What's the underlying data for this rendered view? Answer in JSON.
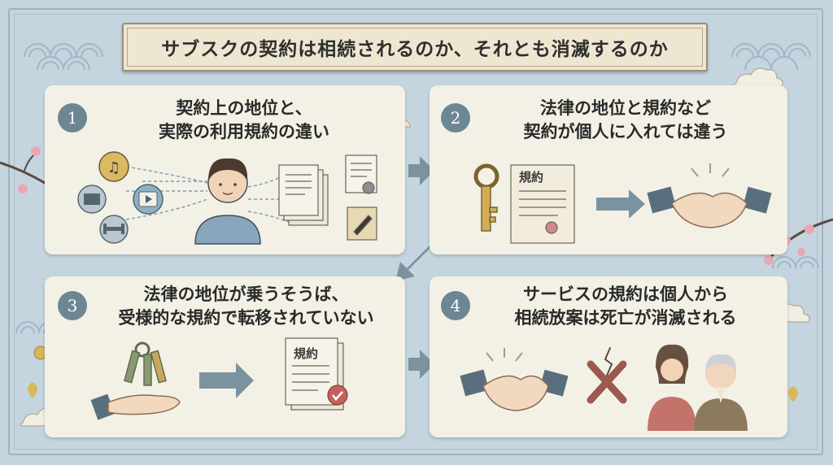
{
  "title": "サブスクの契約は相続されるのか、それとも消滅するのか",
  "panels": [
    {
      "number": "1",
      "lines": [
        "契約上の地位と、",
        "実際の利用規約の違い"
      ]
    },
    {
      "number": "2",
      "lines": [
        "法律の地位と規約など",
        "契約が個人に入れては違う"
      ]
    },
    {
      "number": "3",
      "lines": [
        "法律の地位が乗うそうば、",
        "受様的な規約で転移されていない"
      ]
    },
    {
      "number": "4",
      "lines": [
        "サービスの規約は個人から",
        "相続放案は死亡が消滅される"
      ]
    }
  ],
  "document_label": "規約",
  "colors": {
    "background": "#c4d5df",
    "panel": "#f3f1e6",
    "number_badge": "#6c8694",
    "arrow": "#7b939f",
    "banner": "#ede6d1"
  },
  "icons": [
    "music-icon",
    "video-icon",
    "play-icon",
    "fitness-icon",
    "person-icon",
    "documents-icon",
    "certificate-icon",
    "signed-paper-icon",
    "key-icon",
    "contract-icon",
    "handshake-icon",
    "keys-icon",
    "open-hand-icon",
    "approved-contract-icon",
    "broken-x-icon",
    "family-icon",
    "cherry-blossom-icon",
    "cloud-icon",
    "coin-icon",
    "ginkgo-leaf-icon",
    "wave-pattern-icon"
  ]
}
